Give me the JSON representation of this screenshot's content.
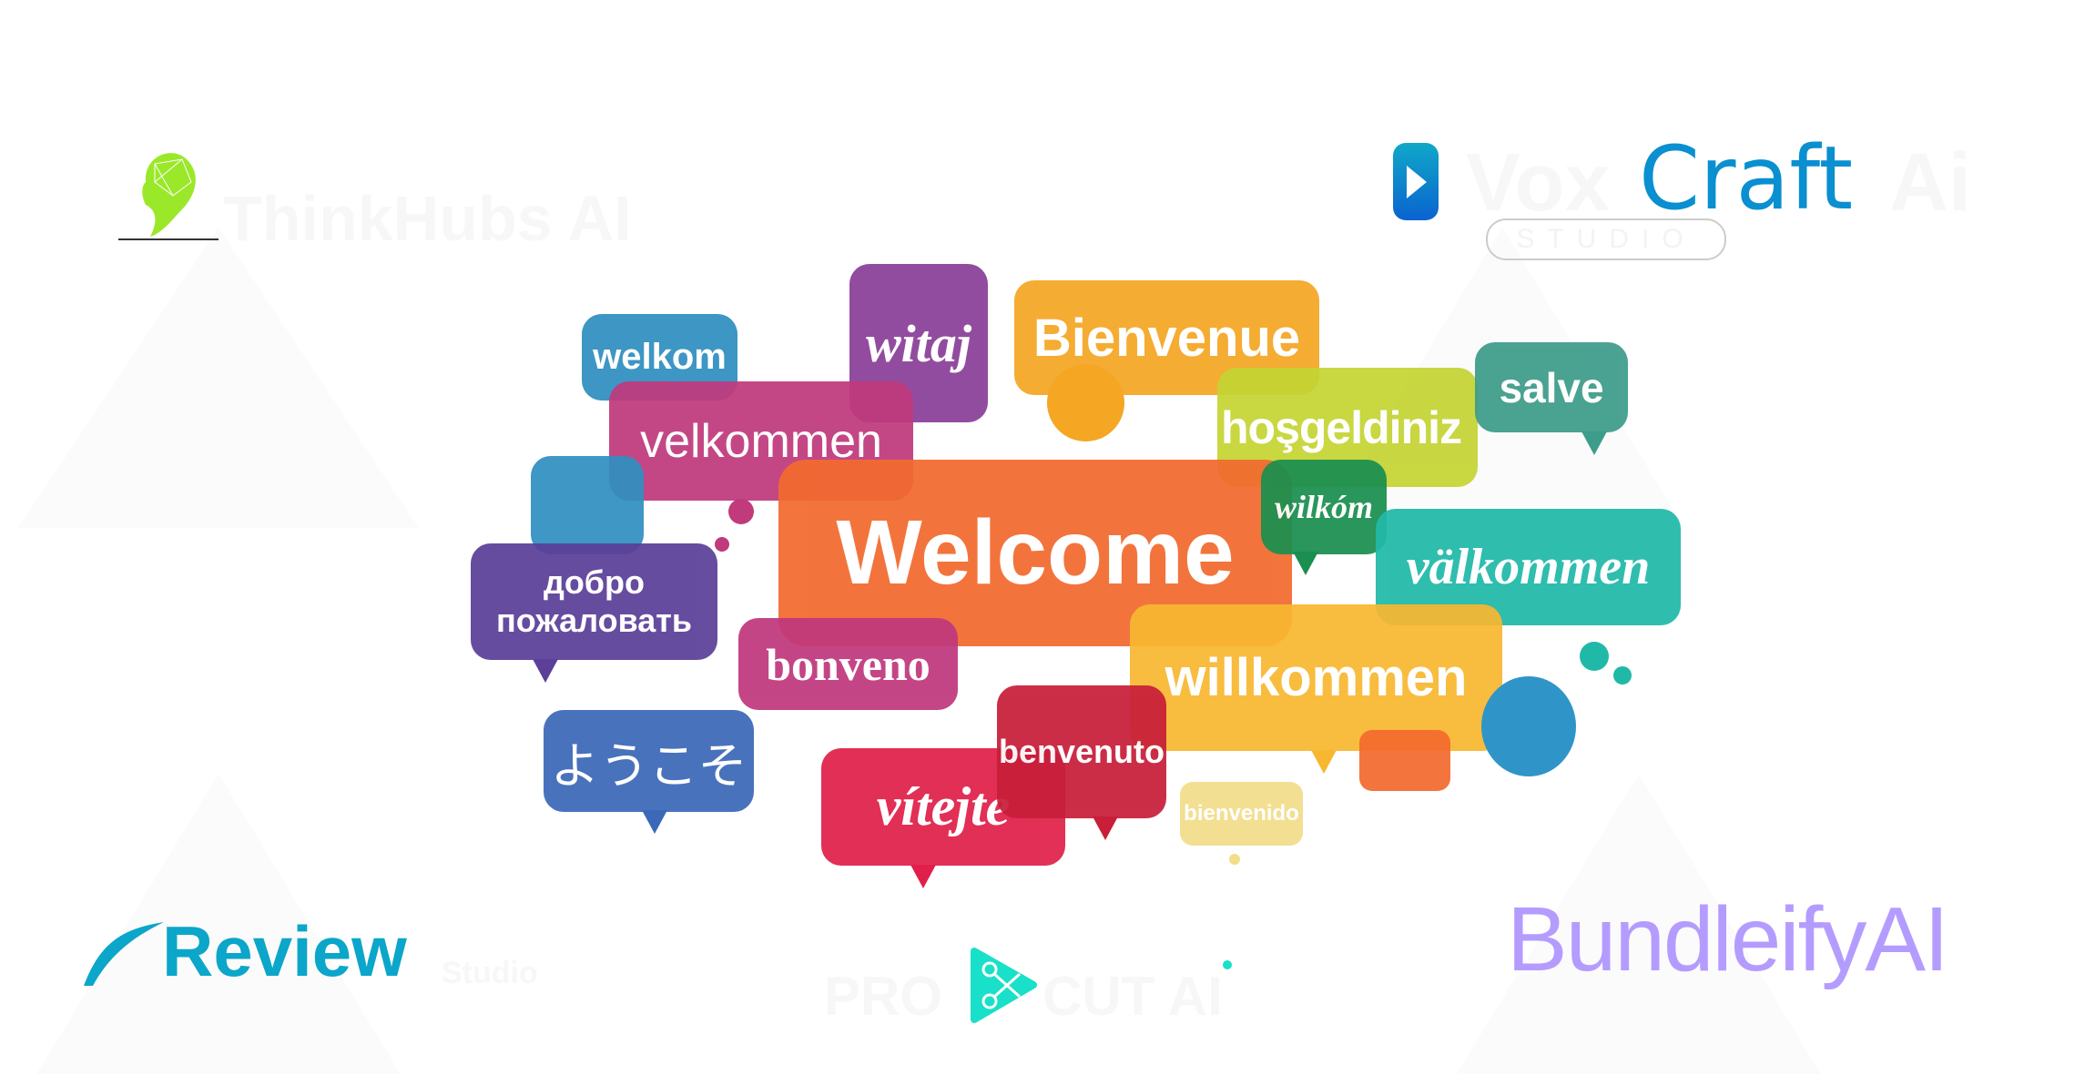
{
  "logos": {
    "thinkhubs": {
      "text": "ThinkHubs AI",
      "icon": "brain-head-icon",
      "color": "#9be82a"
    },
    "voxcraft": {
      "prefix": "Vox",
      "main": "Craft",
      "suffix": "Ai",
      "sub": "STUDIO",
      "icon": "microphone-play-icon",
      "color": "#0a8fd0"
    },
    "review": {
      "main": "Review",
      "sub": "Studio",
      "color": "#0ba6c9"
    },
    "procut": {
      "left": "PRO",
      "right": "CUT AI",
      "icon": "scissors-play-icon",
      "color": "#19e0c8"
    },
    "bundleify": {
      "text": "BundleifyAI",
      "color": "#b49cff"
    }
  },
  "bubbles": [
    {
      "text": "welkom",
      "color": "#2f8fc0"
    },
    {
      "text": "witaj",
      "color": "#8a3f98"
    },
    {
      "text": "Bienvenue",
      "color": "#f5a623"
    },
    {
      "text": "hoşgeldiniz",
      "color": "#c5d433"
    },
    {
      "text": "salve",
      "color": "#3d9c8a"
    },
    {
      "text": "velkommen",
      "color": "#c03a7c"
    },
    {
      "text": "добро пожаловать",
      "color": "#5b3f98"
    },
    {
      "text": "Welcome",
      "color": "#f26a2e"
    },
    {
      "text": "wilkóm",
      "color": "#1a8f4f"
    },
    {
      "text": "välkommen",
      "color": "#20b9a8"
    },
    {
      "text": "bonveno",
      "color": "#c0387d"
    },
    {
      "text": "willkommen",
      "color": "#f8b731"
    },
    {
      "text": "ようこそ",
      "color": "#3c68b8"
    },
    {
      "text": "benvenuto",
      "color": "#c81e3a"
    },
    {
      "text": "vítejte",
      "color": "#e0204a"
    },
    {
      "text": "bienvenido",
      "color": "#f3dd8a"
    }
  ]
}
